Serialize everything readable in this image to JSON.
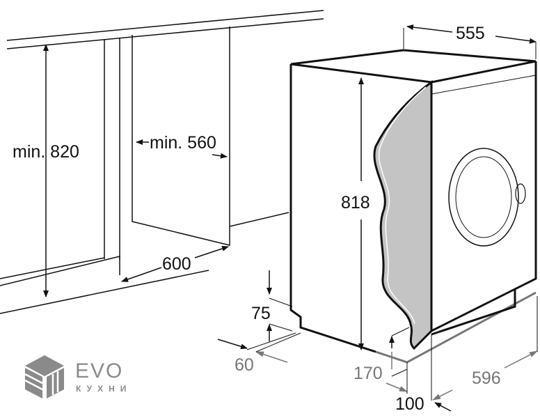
{
  "dimensions": {
    "min_height": "min. 820",
    "min_width": "min. 560",
    "depth_niche": "600",
    "machine_depth": "555",
    "machine_height": "818",
    "plinth_height": "75",
    "plinth_depth": "60",
    "door_clearance": "170",
    "door_offset": "100",
    "machine_width": "596"
  },
  "logo": {
    "name": "EVO",
    "subtitle": "КУХНИ"
  },
  "colors": {
    "line": "#111111",
    "gray_label": "#777777",
    "panel": "#c4c4c4",
    "logo": "#8a8a8a"
  }
}
